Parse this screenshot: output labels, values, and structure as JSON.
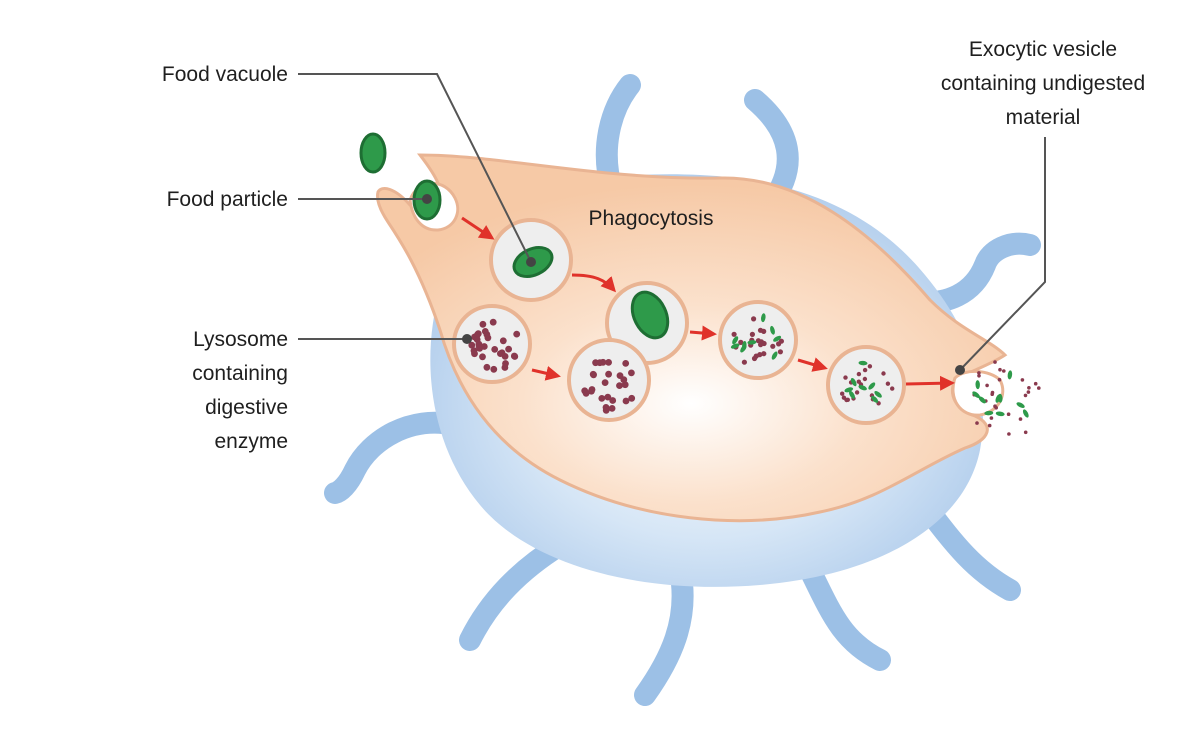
{
  "diagram": {
    "title": "Phagocytosis",
    "labels": {
      "food_vacuole": "Food vacuole",
      "food_particle": "Food particle",
      "lysosome": [
        "Lysosome",
        "containing",
        "digestive",
        "enzyme"
      ],
      "exocytic_vesicle": [
        "Exocytic vesicle",
        "containing undigested",
        "material"
      ]
    },
    "colors": {
      "cell_outer": "#b9d3ee",
      "tentacle": "#9cc0e6",
      "cytoplasm": "#f8d2b4",
      "cytoplasm_edge": "#e9b493",
      "vesicle_fill": "#eeeeee",
      "food": "#2e9a4a",
      "food_dark": "#1e6e33",
      "enzyme_dot": "#8a3a4e",
      "arrow": "#e0322a",
      "leader": "#555555"
    }
  }
}
